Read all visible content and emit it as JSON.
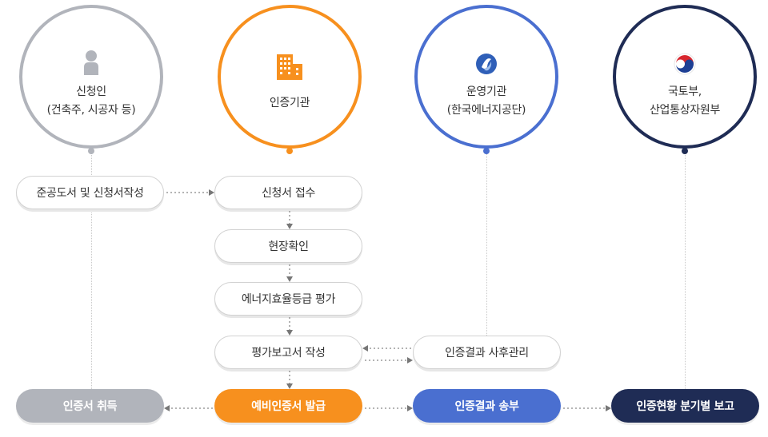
{
  "nodes": {
    "applicant": {
      "line1": "신청인",
      "line2": "(건축주, 시공자 등)"
    },
    "cert_body": {
      "line1": "인증기관"
    },
    "operator": {
      "line1": "운영기관",
      "line2": "(한국에너지공단)"
    },
    "ministry": {
      "line1": "국토부,",
      "line2": "산업통상자원부"
    }
  },
  "steps": {
    "prepare_docs": "준공도서 및 신청서작성",
    "receive_app": "신청서 접수",
    "site_check": "현장확인",
    "grade_eval": "에너지효율등급 평가",
    "report": "평가보고서 작성",
    "post_mgmt": "인증결과 사후관리",
    "obtain_cert": "인증서 취득",
    "issue_pre_cert": "예비인증서 발급",
    "send_result": "인증결과 송부",
    "quarterly_report": "인증현황 분기별 보고"
  },
  "colors": {
    "applicant": "#b1b4bb",
    "cert_body": "#f7901e",
    "operator": "#4a6fd0",
    "ministry": "#1f2c55",
    "arrow": "#888888"
  },
  "icons": {
    "applicant": "person-icon",
    "cert_body": "building-icon",
    "operator": "energy-agency-logo-icon",
    "ministry": "taegeuk-emblem-icon"
  }
}
